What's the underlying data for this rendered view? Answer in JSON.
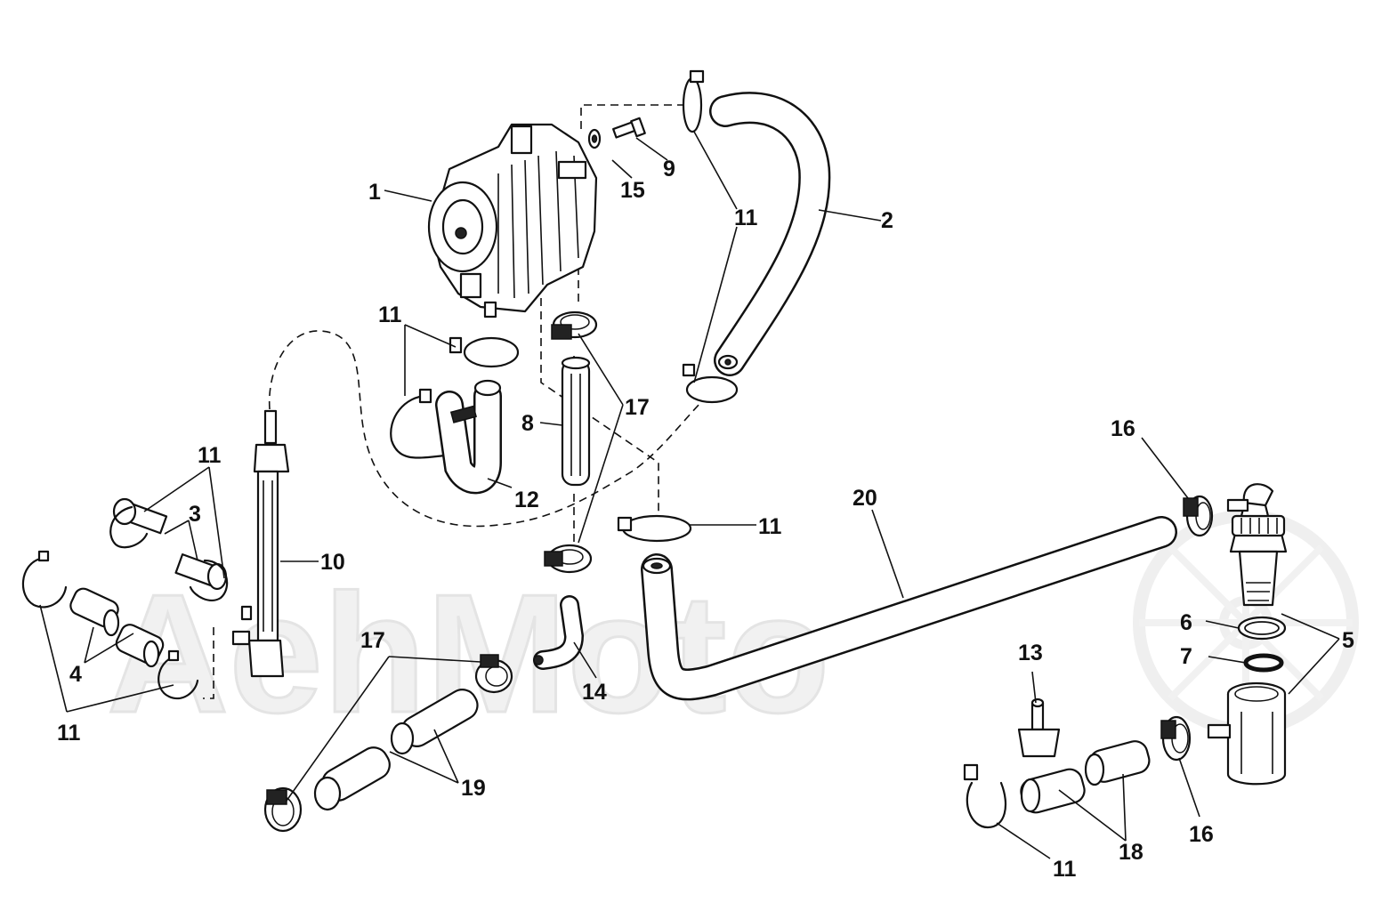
{
  "watermark": "AehMoto",
  "callouts": {
    "c1": "1",
    "c2": "2",
    "c3": "3",
    "c4": "4",
    "c5": "5",
    "c6": "6",
    "c7": "7",
    "c8": "8",
    "c9": "9",
    "c10": "10",
    "c11a": "11",
    "c11b": "11",
    "c11c": "11",
    "c11d": "11",
    "c11e": "11",
    "c11f": "11",
    "c12": "12",
    "c13": "13",
    "c14": "14",
    "c15": "15",
    "c16a": "16",
    "c16b": "16",
    "c17a": "17",
    "c17b": "17",
    "c18": "18",
    "c19": "19",
    "c20": "20"
  }
}
